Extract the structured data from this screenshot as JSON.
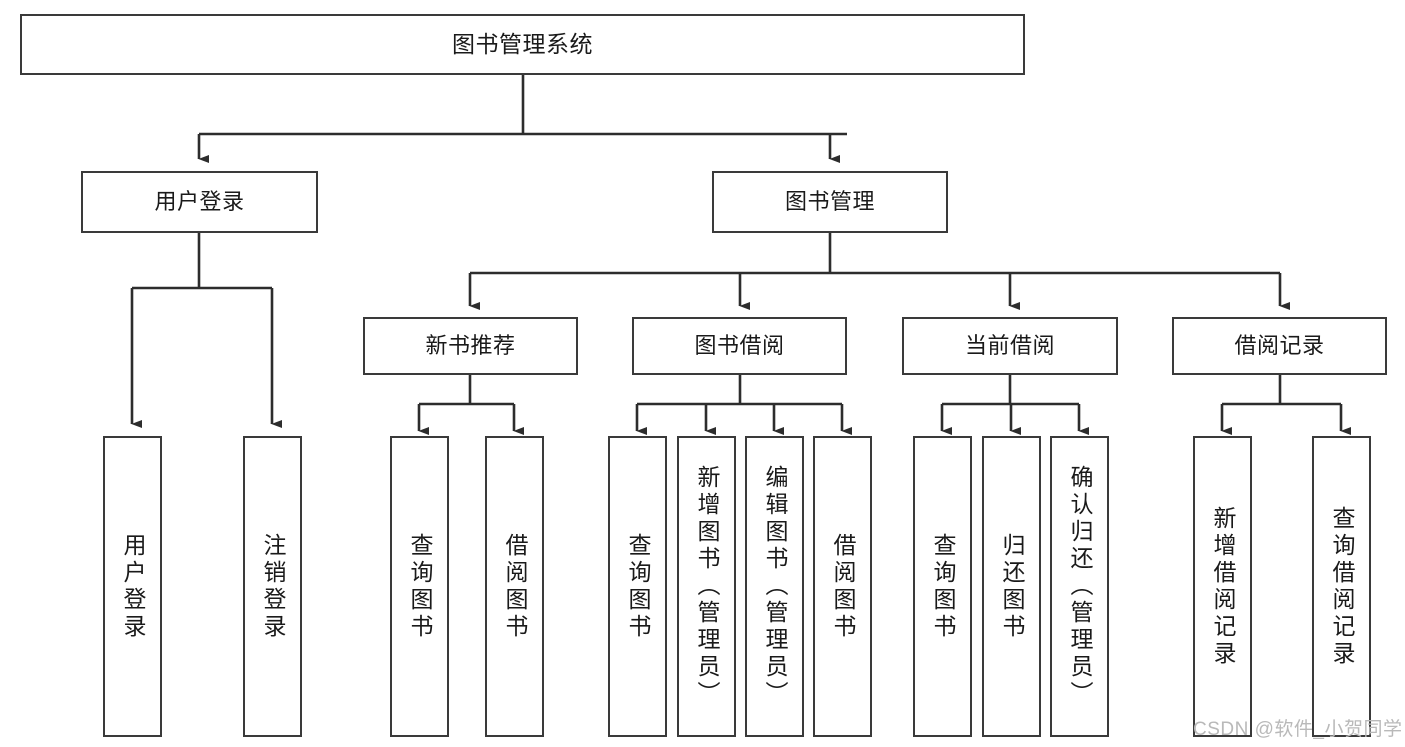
{
  "diagram": {
    "title": "图书管理系统",
    "type": "hierarchy-tree",
    "background_color": "#ffffff",
    "line_color": "#3a3a3a",
    "text_color": "#1a1a1a",
    "levels": {
      "root": {
        "label": "图书管理系统"
      },
      "level2": [
        {
          "id": "user-login",
          "label": "用户登录"
        },
        {
          "id": "book-management",
          "label": "图书管理"
        }
      ],
      "level3": [
        {
          "id": "new-book-recommend",
          "label": "新书推荐",
          "parent": "book-management"
        },
        {
          "id": "book-borrow",
          "label": "图书借阅",
          "parent": "book-management"
        },
        {
          "id": "current-borrow",
          "label": "当前借阅",
          "parent": "book-management"
        },
        {
          "id": "borrow-record",
          "label": "借阅记录",
          "parent": "book-management"
        }
      ],
      "leaves": [
        {
          "id": "leaf-user-login",
          "label": "用户登录",
          "parent": "user-login"
        },
        {
          "id": "leaf-logout-login",
          "label": "注销登录",
          "parent": "user-login"
        },
        {
          "id": "leaf-query-book-1",
          "label": "查询图书",
          "parent": "new-book-recommend"
        },
        {
          "id": "leaf-borrow-book-1",
          "label": "借阅图书",
          "parent": "new-book-recommend"
        },
        {
          "id": "leaf-query-book-2",
          "label": "查询图书",
          "parent": "book-borrow"
        },
        {
          "id": "leaf-add-book",
          "label": "新增图书（管理员）",
          "parent": "book-borrow"
        },
        {
          "id": "leaf-edit-book",
          "label": "编辑图书（管理员）",
          "parent": "book-borrow"
        },
        {
          "id": "leaf-borrow-book-2",
          "label": "借阅图书",
          "parent": "book-borrow"
        },
        {
          "id": "leaf-query-book-3",
          "label": "查询图书",
          "parent": "current-borrow"
        },
        {
          "id": "leaf-return-book",
          "label": "归还图书",
          "parent": "current-borrow"
        },
        {
          "id": "leaf-confirm-return",
          "label": "确认归还（管理员）",
          "parent": "current-borrow"
        },
        {
          "id": "leaf-add-borrow-record",
          "label": "新增借阅记录",
          "parent": "borrow-record"
        },
        {
          "id": "leaf-query-borrow-record",
          "label": "查询借阅记录",
          "parent": "borrow-record"
        }
      ]
    }
  },
  "watermark": {
    "text": "CSDN @软件_小贺同学"
  }
}
